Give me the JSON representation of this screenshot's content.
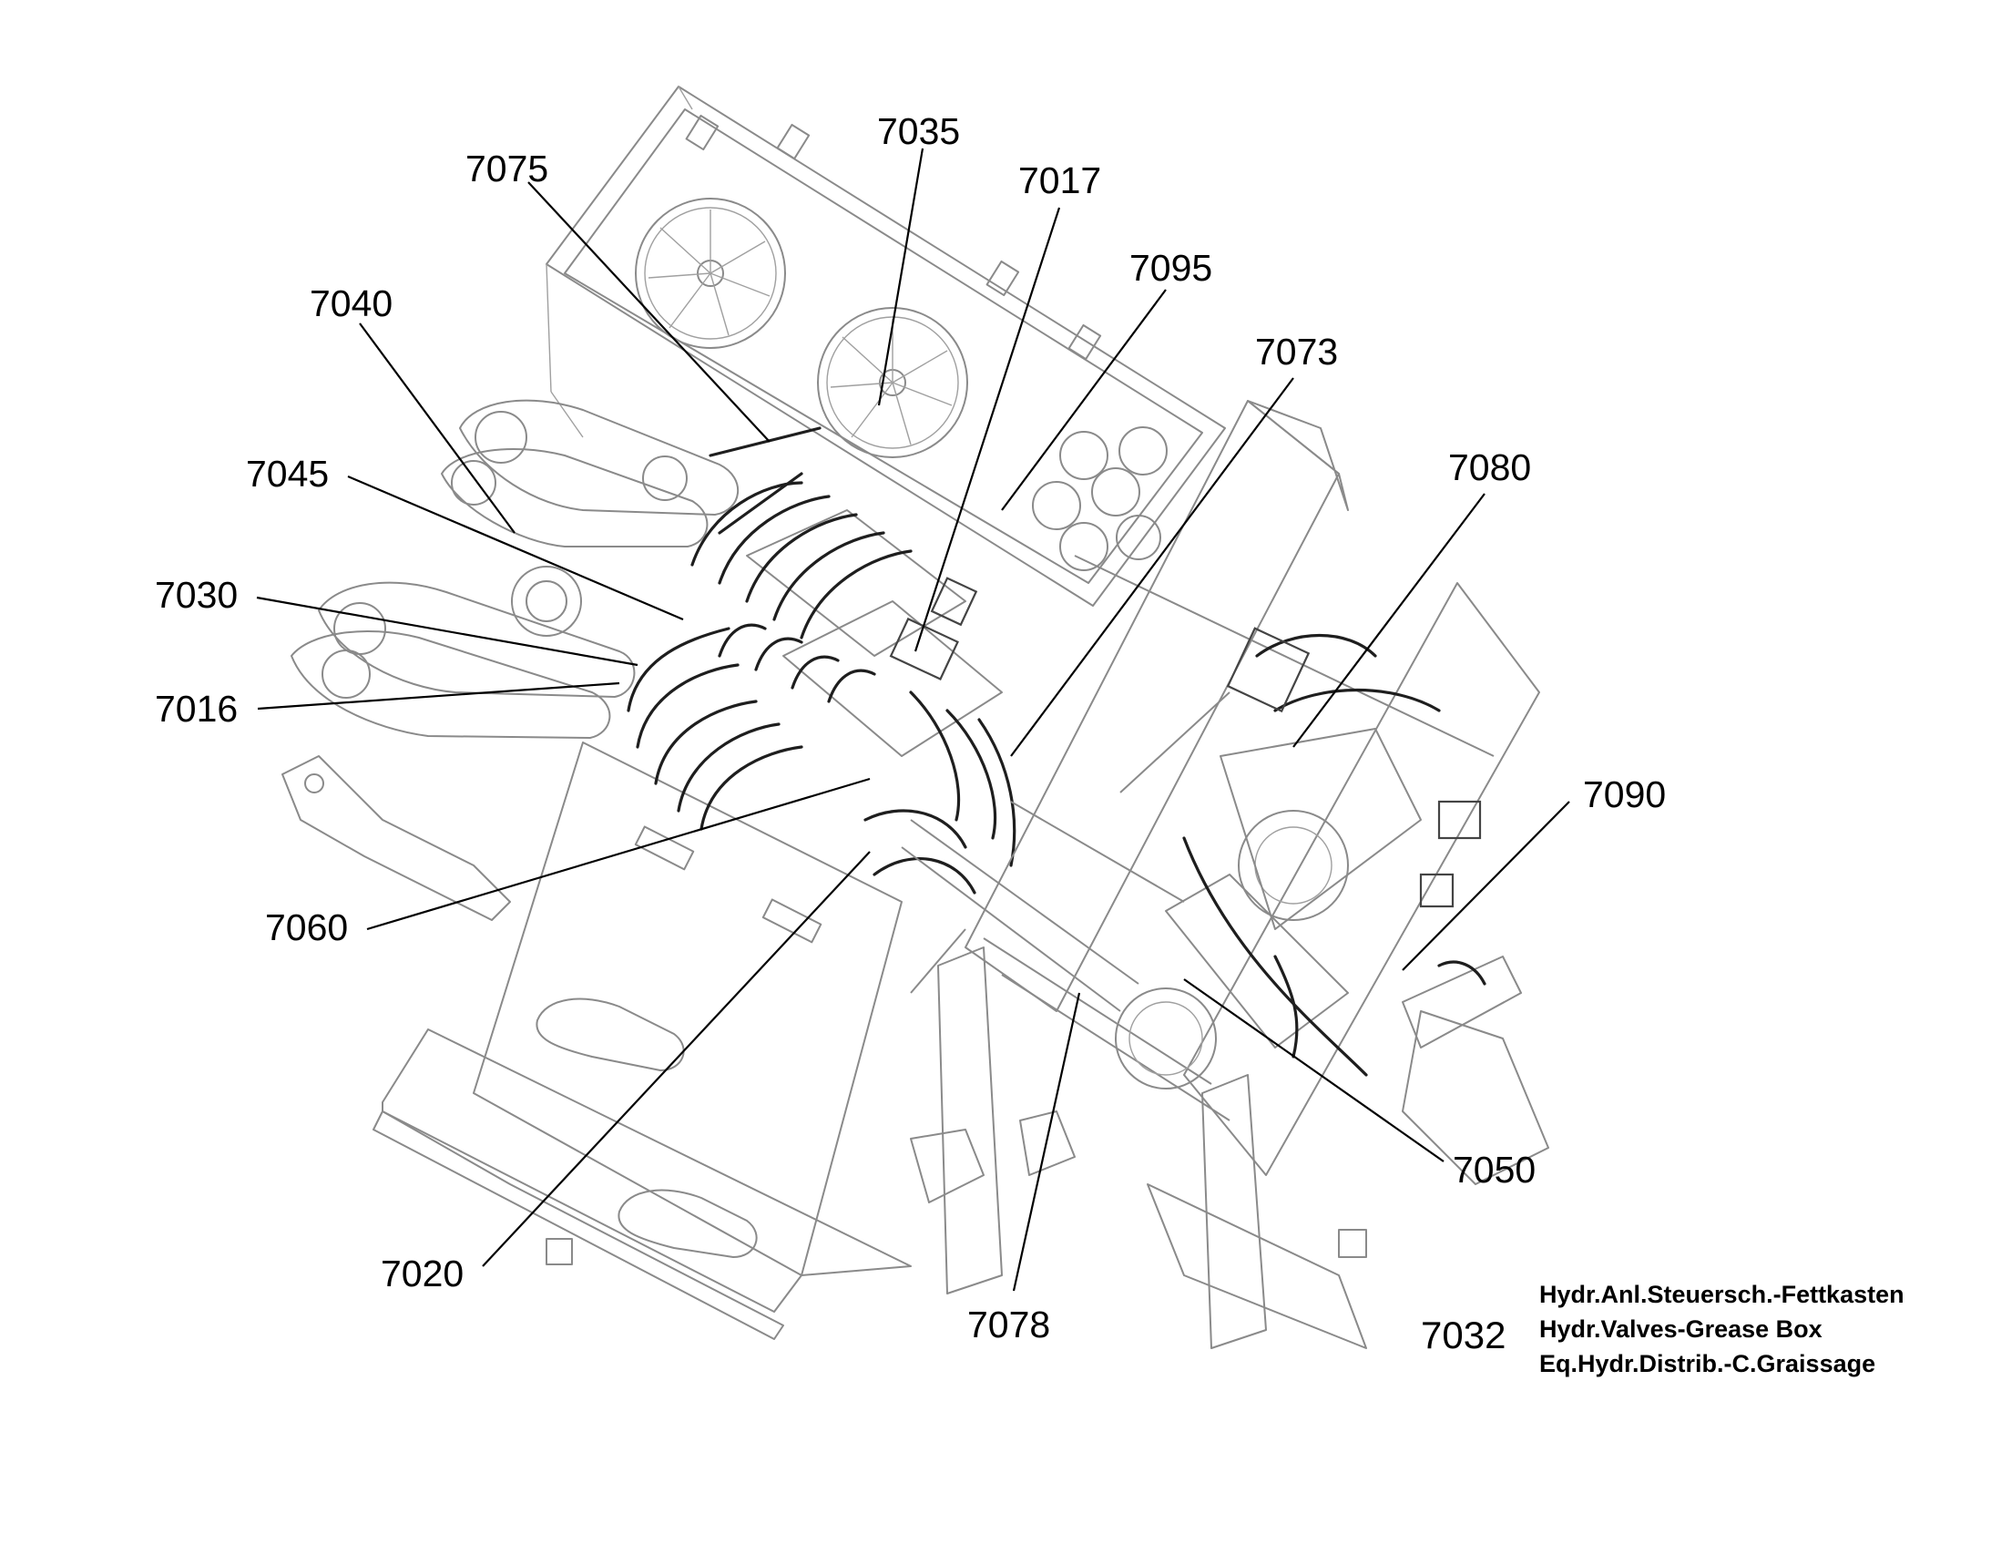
{
  "callouts": [
    {
      "id": "7035",
      "label": "7035"
    },
    {
      "id": "7075",
      "label": "7075"
    },
    {
      "id": "7017",
      "label": "7017"
    },
    {
      "id": "7095",
      "label": "7095"
    },
    {
      "id": "7040",
      "label": "7040"
    },
    {
      "id": "7073",
      "label": "7073"
    },
    {
      "id": "7045",
      "label": "7045"
    },
    {
      "id": "7080",
      "label": "7080"
    },
    {
      "id": "7030",
      "label": "7030"
    },
    {
      "id": "7016",
      "label": "7016"
    },
    {
      "id": "7090",
      "label": "7090"
    },
    {
      "id": "7060",
      "label": "7060"
    },
    {
      "id": "7050",
      "label": "7050"
    },
    {
      "id": "7020",
      "label": "7020"
    },
    {
      "id": "7078",
      "label": "7078"
    }
  ],
  "assembly": {
    "number": "7032",
    "descriptions": [
      "Hydr.Anl.Steuersch.-Fettkasten",
      "Hydr.Valves-Grease Box",
      "Eq.Hydr.Distrib.-C.Graissage"
    ]
  },
  "colors": {
    "line_art": "#8a8a8a",
    "hoses": "#1e1e1e",
    "text": "#000000",
    "background": "#ffffff"
  }
}
